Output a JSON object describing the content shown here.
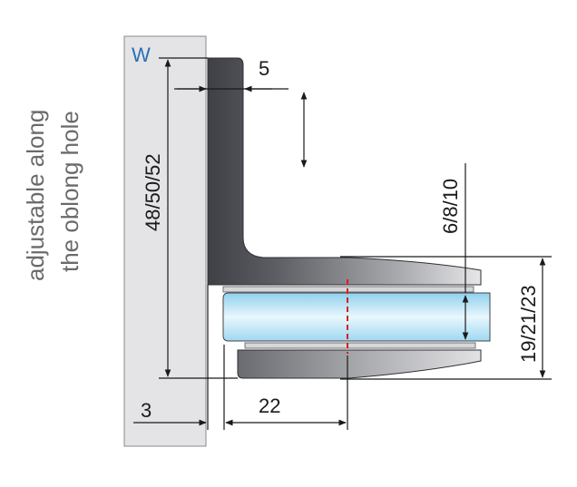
{
  "side_note": {
    "line1": "adjustable along",
    "line2": "the oblong hole"
  },
  "labels": {
    "wall": "W",
    "top_thickness": "5",
    "height": "48/50/52",
    "glass": "6/8/10",
    "clamp_height": "19/21/23",
    "wall_gap": "3",
    "depth": "22"
  },
  "colors": {
    "wall": "#e4e4e6",
    "bracket_dark": "#4a4b50",
    "bracket_light": "#c9cacd",
    "glass": "#bfe6f8",
    "cut_line": "#d62020",
    "wall_label": "#2a6fb6"
  }
}
